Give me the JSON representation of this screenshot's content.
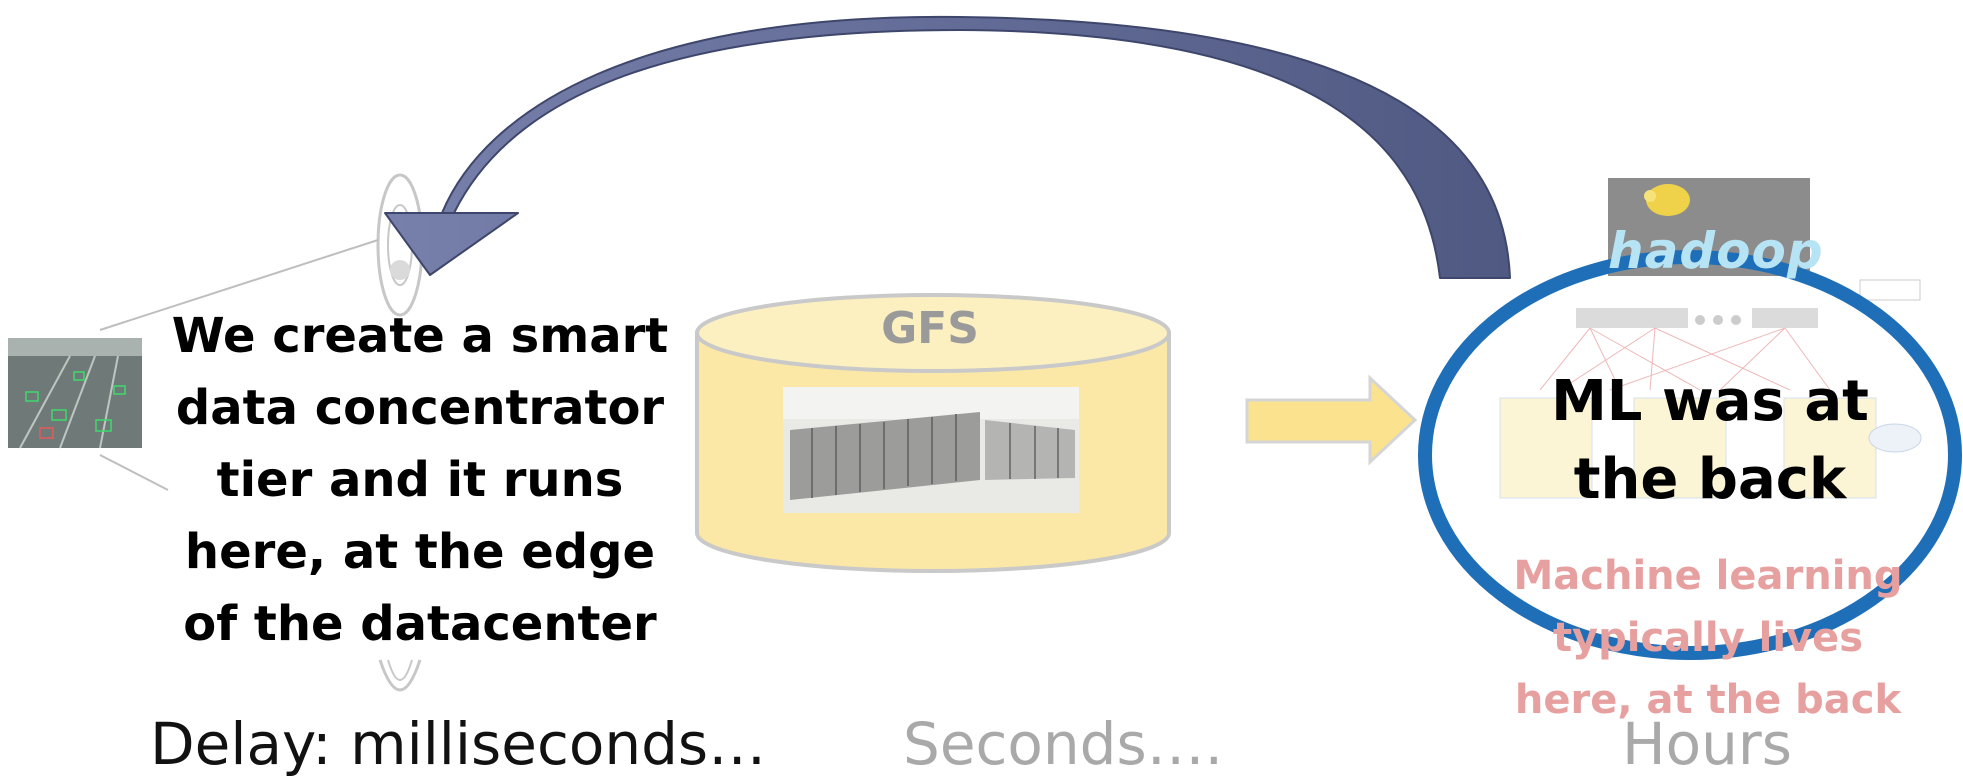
{
  "edge_tier": {
    "lines": [
      "We create a smart",
      "data concentrator",
      "tier and it runs",
      "here, at the edge",
      "of the datacenter"
    ]
  },
  "storage": {
    "label": "GFS"
  },
  "backend": {
    "logo_text": "hadoop",
    "headline_lines": [
      "ML was at",
      "the back"
    ],
    "note_lines": [
      "Machine learning",
      "typically lives",
      "here, at the back"
    ]
  },
  "delays": {
    "edge": "Delay: milliseconds…",
    "storage": "Seconds….",
    "backend": "Hours"
  },
  "colors": {
    "arrow_fill": "#5f6793",
    "circle_stroke": "#1f6fb8",
    "cylinder_fill": "#fbe8a6",
    "small_arrow_fill": "#fbe28e",
    "note_text": "#e7a0a0",
    "faded_text": "#a9a9a9"
  }
}
